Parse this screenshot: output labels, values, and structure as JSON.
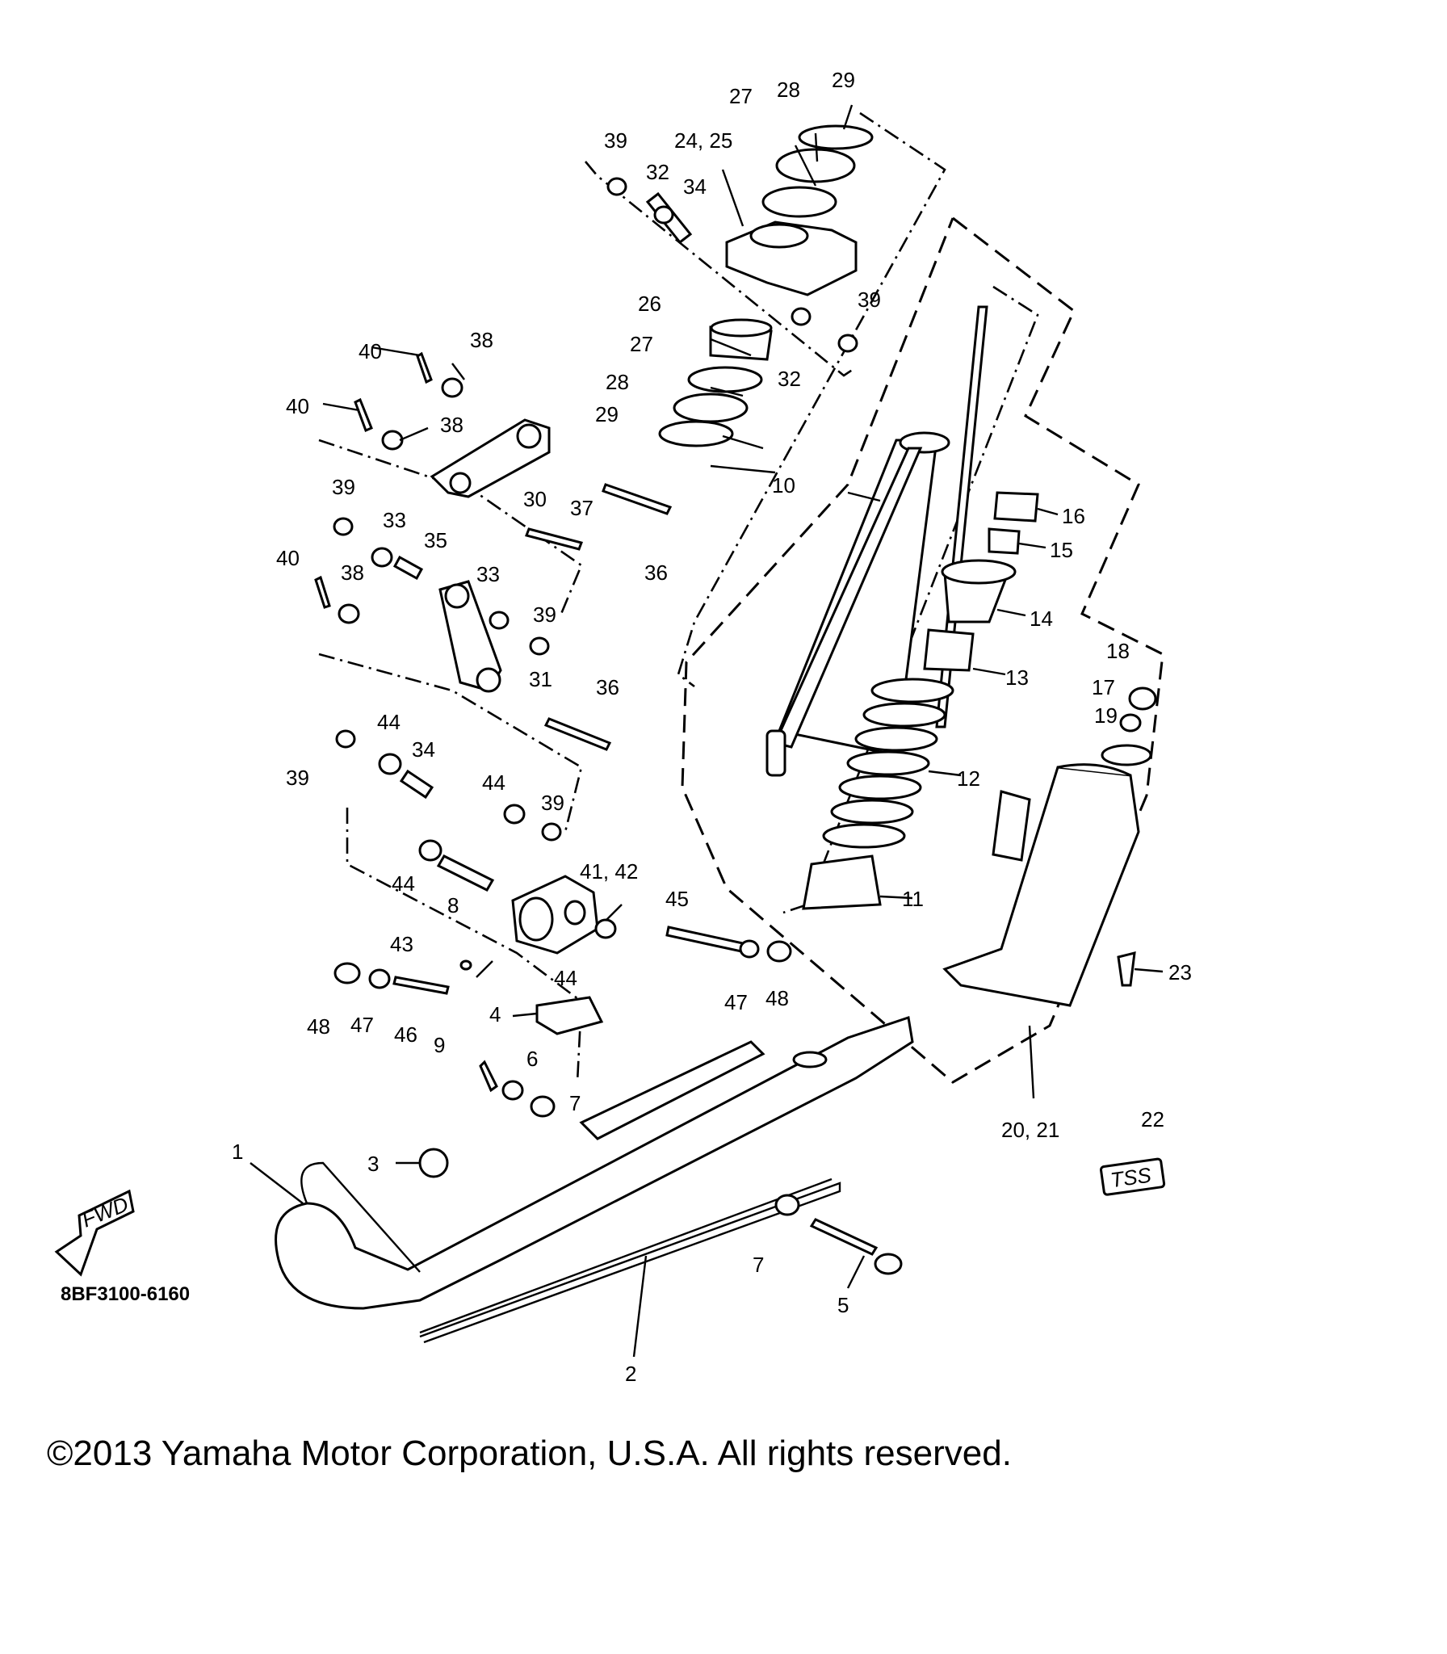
{
  "diagram": {
    "part_code": "8BF3100-6160",
    "fwd_arrow_text": "FWD",
    "tss_badge_text": "TSS",
    "callouts": [
      {
        "id": "1",
        "text": "1"
      },
      {
        "id": "2",
        "text": "2"
      },
      {
        "id": "3",
        "text": "3"
      },
      {
        "id": "4",
        "text": "4"
      },
      {
        "id": "5",
        "text": "5"
      },
      {
        "id": "6",
        "text": "6"
      },
      {
        "id": "7a",
        "text": "7"
      },
      {
        "id": "7b",
        "text": "7"
      },
      {
        "id": "8",
        "text": "8"
      },
      {
        "id": "9",
        "text": "9"
      },
      {
        "id": "10",
        "text": "10"
      },
      {
        "id": "11",
        "text": "11"
      },
      {
        "id": "12",
        "text": "12"
      },
      {
        "id": "13",
        "text": "13"
      },
      {
        "id": "14",
        "text": "14"
      },
      {
        "id": "15",
        "text": "15"
      },
      {
        "id": "16",
        "text": "16"
      },
      {
        "id": "17",
        "text": "17"
      },
      {
        "id": "18",
        "text": "18"
      },
      {
        "id": "19",
        "text": "19"
      },
      {
        "id": "20_21",
        "text": "20, 21"
      },
      {
        "id": "22",
        "text": "22"
      },
      {
        "id": "23",
        "text": "23"
      },
      {
        "id": "24_25",
        "text": "24, 25"
      },
      {
        "id": "26",
        "text": "26"
      },
      {
        "id": "27a",
        "text": "27"
      },
      {
        "id": "27b",
        "text": "27"
      },
      {
        "id": "28a",
        "text": "28"
      },
      {
        "id": "28b",
        "text": "28"
      },
      {
        "id": "29a",
        "text": "29"
      },
      {
        "id": "29b",
        "text": "29"
      },
      {
        "id": "30",
        "text": "30"
      },
      {
        "id": "31",
        "text": "31"
      },
      {
        "id": "32a",
        "text": "32"
      },
      {
        "id": "32b",
        "text": "32"
      },
      {
        "id": "33a",
        "text": "33"
      },
      {
        "id": "33b",
        "text": "33"
      },
      {
        "id": "34a",
        "text": "34"
      },
      {
        "id": "34b",
        "text": "34"
      },
      {
        "id": "35",
        "text": "35"
      },
      {
        "id": "36a",
        "text": "36"
      },
      {
        "id": "36b",
        "text": "36"
      },
      {
        "id": "37",
        "text": "37"
      },
      {
        "id": "38a",
        "text": "38"
      },
      {
        "id": "38b",
        "text": "38"
      },
      {
        "id": "38c",
        "text": "38"
      },
      {
        "id": "39a",
        "text": "39"
      },
      {
        "id": "39b",
        "text": "39"
      },
      {
        "id": "39c",
        "text": "39"
      },
      {
        "id": "39d",
        "text": "39"
      },
      {
        "id": "39e",
        "text": "39"
      },
      {
        "id": "39f",
        "text": "39"
      },
      {
        "id": "40a",
        "text": "40"
      },
      {
        "id": "40b",
        "text": "40"
      },
      {
        "id": "40c",
        "text": "40"
      },
      {
        "id": "41_42",
        "text": "41, 42"
      },
      {
        "id": "43",
        "text": "43"
      },
      {
        "id": "44a",
        "text": "44"
      },
      {
        "id": "44b",
        "text": "44"
      },
      {
        "id": "44c",
        "text": "44"
      },
      {
        "id": "44d",
        "text": "44"
      },
      {
        "id": "45",
        "text": "45"
      },
      {
        "id": "46",
        "text": "46"
      },
      {
        "id": "47a",
        "text": "47"
      },
      {
        "id": "47b",
        "text": "47"
      },
      {
        "id": "48a",
        "text": "48"
      },
      {
        "id": "48b",
        "text": "48"
      }
    ]
  },
  "footer": {
    "copyright": "©2013 Yamaha Motor Corporation, U.S.A. All rights reserved."
  }
}
